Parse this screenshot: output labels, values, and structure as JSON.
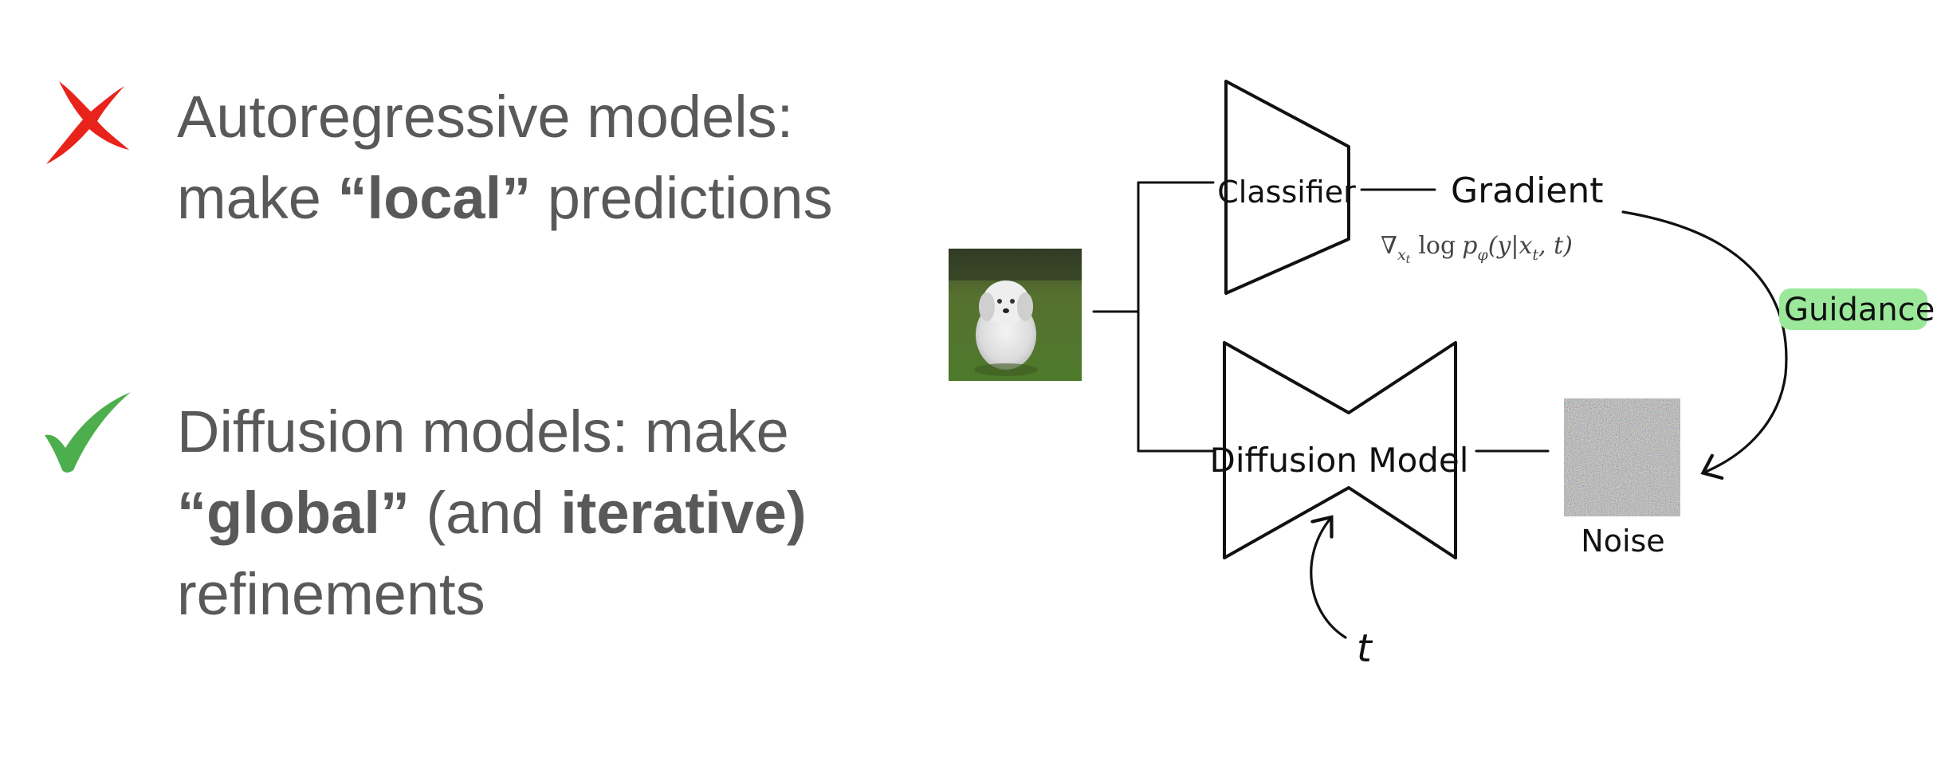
{
  "bullets": [
    {
      "status": "negative",
      "icon": "red-cross-icon",
      "icon_color": "#e8231b",
      "line1": "Autoregressive models:",
      "line2_pre": "make ",
      "line2_bold": "“local”",
      "line2_post": " predictions"
    },
    {
      "status": "positive",
      "icon": "green-check-icon",
      "icon_color": "#4cae4c",
      "line1": "Diffusion models: make",
      "line2_bold1": "“global”",
      "line2_mid": " (and ",
      "line2_bold2": "iterative)",
      "line3": "refinements"
    }
  ],
  "diagram": {
    "classifier_label": "Classifier",
    "gradient_label": "Gradient",
    "gradient_formula": "∇x_t log p_φ(y|x_t, t)",
    "gradient_formula_parts": {
      "nabla": "∇",
      "nabla_sub": "x",
      "nabla_subsub": "t",
      "log": "log",
      "p": "p",
      "p_sub": "φ",
      "args_open": "(y|x",
      "args_sub": "t",
      "args_close": ", t)"
    },
    "guidance_label": "Guidance",
    "guidance_highlight_color": "#9be89b",
    "diffusion_label": "Diffusion Model",
    "noise_label": "Noise",
    "timestep_label": "t",
    "input_image": "dog-photo",
    "noise_image": "noise-image"
  }
}
